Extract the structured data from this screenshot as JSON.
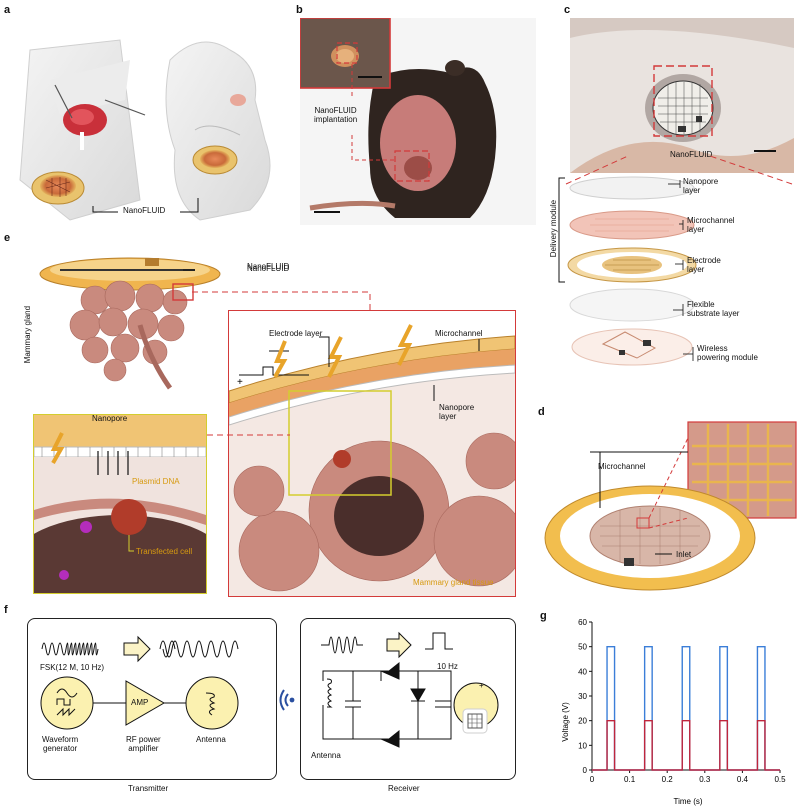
{
  "panels": {
    "a": {
      "letter": "a",
      "label": "NanoFLUID"
    },
    "b": {
      "letter": "b",
      "implant_label": "NanoFLUID\nimplantation"
    },
    "c": {
      "letter": "c",
      "photo_label": "NanoFLUID",
      "module_label": "Delivery module",
      "layers": [
        "Nanopore\nlayer",
        "Microchannel\nlayer",
        "Electrode\nlayer",
        "Flexible\nsubstrate layer",
        "Wireless\npowering module"
      ]
    },
    "d": {
      "letter": "d",
      "microchannel": "Microchannel",
      "inlet": "Inlet"
    },
    "e": {
      "letter": "e",
      "nanofluid": "NanoFLUID",
      "mammary_gland": "Mammary gland",
      "electrode_layer": "Electrode layer",
      "microchannel": "Microchannel",
      "nanopore_layer": "Nanopore\nlayer",
      "nanopore": "Nanopore",
      "plasmid": "Plasmid DNA",
      "transfected": "Transfected cell",
      "tissue": "Mammary gland tissue",
      "plus": "+",
      "minus": "–"
    },
    "f": {
      "letter": "f",
      "fsk": "FSK(12 M, 10 Hz)",
      "waveform": "Waveform\ngenerator",
      "amp": "AMP",
      "rf": "RF power\namplifier",
      "antenna_tx": "Antenna",
      "transmitter": "Transmitter",
      "freq": "10 Hz",
      "antenna_rx": "Antenna",
      "receiver": "Receiver",
      "plus": "+"
    },
    "g": {
      "letter": "g"
    }
  },
  "chart_data": {
    "type": "line",
    "xlabel": "Time (s)",
    "ylabel": "Voltage (V)",
    "xlim": [
      0,
      0.5
    ],
    "ylim": [
      0,
      60
    ],
    "xticks": [
      "0",
      "0.1",
      "0.2",
      "0.3",
      "0.4",
      "0.5"
    ],
    "yticks": [
      "0",
      "10",
      "20",
      "30",
      "40",
      "50",
      "60"
    ],
    "pulse_starts": [
      0.04,
      0.14,
      0.24,
      0.34,
      0.44
    ],
    "pulse_width": 0.02,
    "series": [
      {
        "values_high": 50,
        "values_low": 0,
        "color": "#3b7ed8"
      },
      {
        "values_high": 20,
        "values_low": 0,
        "color": "#c0263c"
      }
    ]
  }
}
